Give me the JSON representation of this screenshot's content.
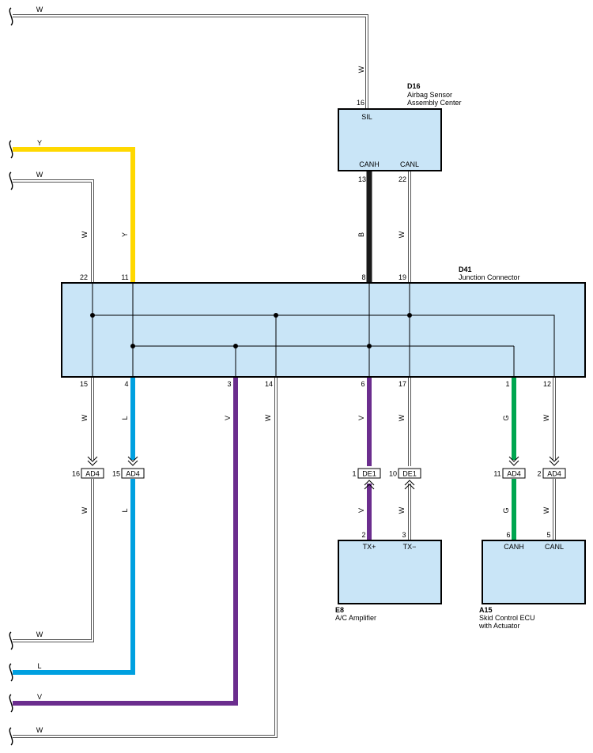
{
  "components": {
    "d16": {
      "code": "D16",
      "name_line1": "Airbag Sensor",
      "name_line2": "Assembly Center",
      "pin_sil": "SIL",
      "pin_canh": "CANH",
      "pin_canl": "CANL"
    },
    "d41": {
      "code": "D41",
      "name": "Junction Connector"
    },
    "e8": {
      "code": "E8",
      "name": "A/C Amplifier",
      "pin_txp": "TX+",
      "pin_txm": "TX−"
    },
    "a15": {
      "code": "A15",
      "name_line1": "Skid Control ECU",
      "name_line2": "with Actuator",
      "pin_canh": "CANH",
      "pin_canl": "CANL"
    }
  },
  "connectors": {
    "ad4": "AD4",
    "de1": "DE1"
  },
  "wire_colors": {
    "W": "#ffffff",
    "Y": "#ffd800",
    "B": "#1a1a1a",
    "L": "#00a0e0",
    "V": "#6b2d8e",
    "G": "#00a650"
  },
  "wires": {
    "top_w": "W",
    "top_w_vert": "W",
    "y_in": "Y",
    "y_vert": "Y",
    "w22_in": "W",
    "w22_vert": "W",
    "b_vert": "B",
    "w19_vert": "W",
    "w15": "W",
    "l4": "L",
    "v3": "V",
    "w14": "W",
    "v6": "V",
    "w17": "W",
    "g1": "G",
    "w12": "W",
    "w_ad4_16": "W",
    "l_ad4_15": "L",
    "v_e8": "V",
    "w_e8": "W",
    "g_a15": "G",
    "w_a15": "W",
    "out_w1": "W",
    "out_l": "L",
    "out_v": "V",
    "out_w2": "W"
  },
  "pins": {
    "d16_16": "16",
    "d16_13": "13",
    "d16_22": "22",
    "d41_22": "22",
    "d41_11": "11",
    "d41_8": "8",
    "d41_19": "19",
    "d41_15": "15",
    "d41_4": "4",
    "d41_3": "3",
    "d41_14": "14",
    "d41_6": "6",
    "d41_17": "17",
    "d41_1": "1",
    "d41_12": "12",
    "ad4_16": "16",
    "ad4_15": "15",
    "de1_1": "1",
    "de1_10": "10",
    "ad4_11": "11",
    "ad4_2": "2",
    "e8_2": "2",
    "e8_3": "3",
    "a15_6": "6",
    "a15_5": "5"
  }
}
